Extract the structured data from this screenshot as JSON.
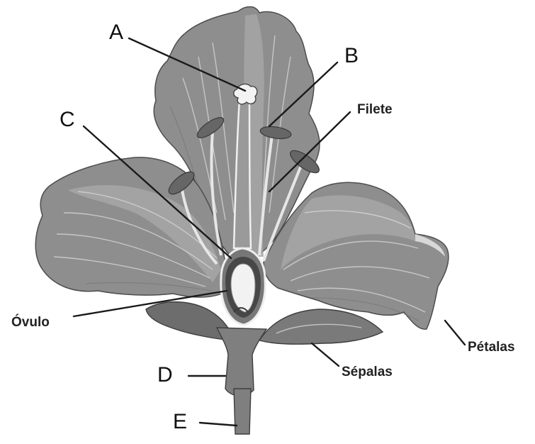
{
  "diagram": {
    "labels": {
      "A": "A",
      "B": "B",
      "C": "C",
      "D": "D",
      "E": "E",
      "filete": "Filete",
      "ovulo": "Óvulo",
      "petalas": "Pétalas",
      "sepalas": "Sépalas"
    },
    "colors": {
      "background": "#ffffff",
      "petal_fill": "#8e8e8e",
      "petal_light": "#b4b4b4",
      "petal_dark": "#5e5e5e",
      "ovary_dark": "#4a4a4a",
      "ovule": "#f2f2f2",
      "line": "#1a1a1a"
    }
  }
}
